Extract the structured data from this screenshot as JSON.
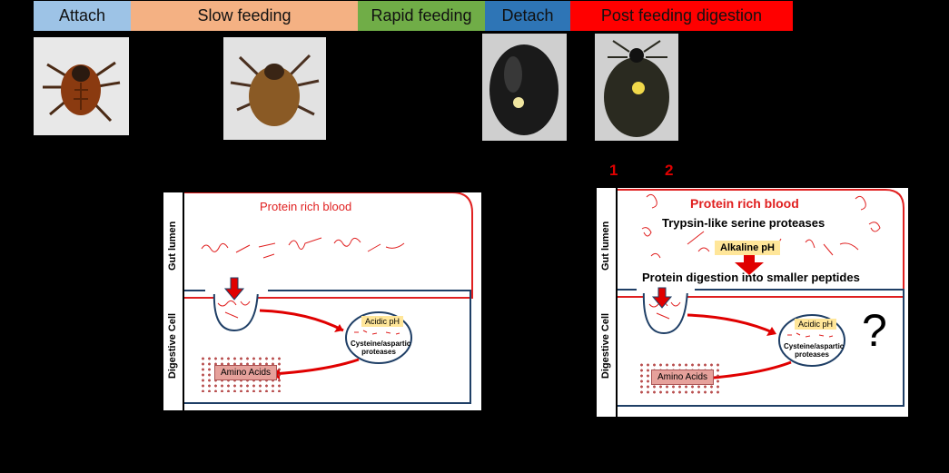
{
  "stages": [
    {
      "label": "Attach",
      "color": "#9dc3e6"
    },
    {
      "label": "Slow feeding",
      "color": "#f4b183"
    },
    {
      "label": "Rapid feeding",
      "color": "#70ad47"
    },
    {
      "label": "Detach",
      "color": "#2e75b6"
    },
    {
      "label": "Post feeding digestion",
      "color": "#ff0000"
    }
  ],
  "photos": [
    {
      "name": "attached-tick-photo",
      "body": "#8a3a10"
    },
    {
      "name": "slow-feeding-tick-photo",
      "body": "#8a5a25"
    },
    {
      "name": "detached-engorged-tick-photo",
      "body": "#1a1a1a"
    },
    {
      "name": "digesting-tick-photo",
      "body": "#2a2a20"
    }
  ],
  "markers": [
    "1",
    "2"
  ],
  "left_panel": {
    "title": "Protein rich blood",
    "gut_label": "Gut lumen",
    "cell_label": "Digestive Cell",
    "ph_label": "Acidic pH",
    "enzyme_label": "Cysteine/aspartic proteases",
    "amino_label": "Amino Acids"
  },
  "right_panel": {
    "title": "Protein rich blood",
    "serine_label": "Trypsin-like serine proteases",
    "alkaline_label": "Alkaline  pH",
    "digestion_label": "Protein digestion into smaller peptides",
    "gut_label": "Gut lumen",
    "cell_label": "Digestive Cell",
    "ph_label": "Acidic pH",
    "enzyme_label": "Cysteine/aspartic proteases",
    "amino_label": "Amino Acids",
    "question": "?"
  },
  "colors": {
    "blood": "#e02020",
    "cell_border": "#1f3f66",
    "arrow": "#e00000"
  }
}
